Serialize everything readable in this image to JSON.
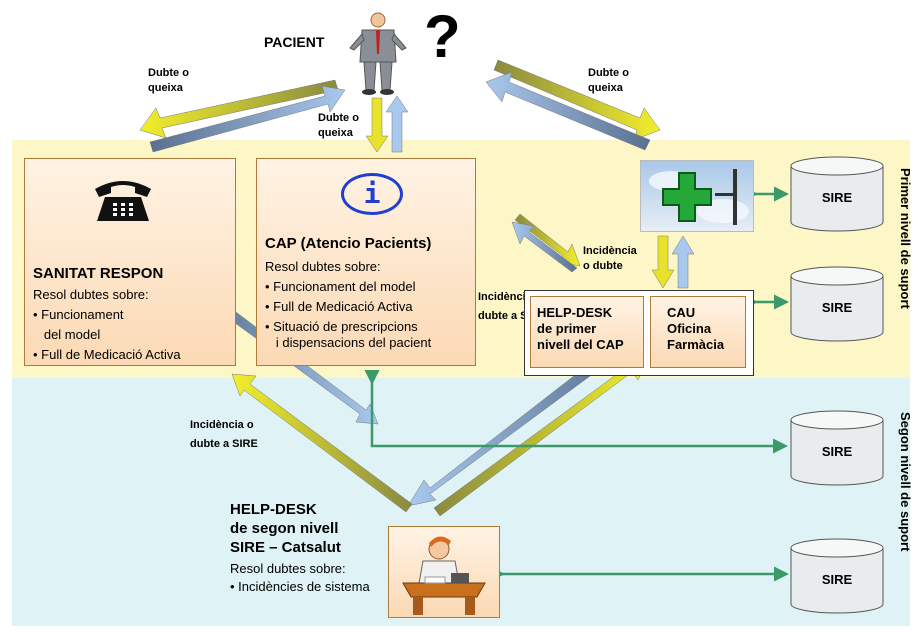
{
  "levels": {
    "first": "Primer nivell de suport",
    "second": "Segon nivell de suport"
  },
  "patient": {
    "label": "PACIENT",
    "question": "?"
  },
  "labels": {
    "doubt_left": [
      "Dubte o",
      "queixa"
    ],
    "doubt_center": [
      "Dubte o",
      "queixa"
    ],
    "doubt_right": [
      "Dubte o",
      "queixa"
    ],
    "incidence_right": [
      "Incidència",
      "o dubte"
    ],
    "incidence_center": [
      "Incidència o",
      "dubte a SIRE"
    ],
    "incidence_left": [
      "Incidència o",
      "dubte a SIRE"
    ]
  },
  "sanitat": {
    "title": "SANITAT RESPON",
    "subtitle": "Resol dubtes sobre:",
    "items": [
      "• Funcionament",
      "   del model",
      "• Full de Medicació Activa"
    ]
  },
  "cap": {
    "icon_letter": "i",
    "title": "CAP (Atencio Pacients)",
    "subtitle": "Resol dubtes sobre:",
    "items": [
      "• Funcionament del model",
      "• Full de Medicació Activa",
      "• Situació de prescripcions",
      "   i dispensacions del pacient"
    ]
  },
  "helpdesk1": [
    "HELP-DESK",
    "de primer",
    "nivell del CAP"
  ],
  "cau": [
    "CAU",
    "Oficina",
    "Farmàcia"
  ],
  "helpdesk2": {
    "title": [
      "HELP-DESK",
      "de segon nivell",
      "SIRE – Catsalut"
    ],
    "subtitle": "Resol dubtes sobre:",
    "items": [
      "• Incidències de sistema"
    ]
  },
  "databases": [
    "SIRE",
    "SIRE",
    "SIRE",
    "SIRE"
  ]
}
